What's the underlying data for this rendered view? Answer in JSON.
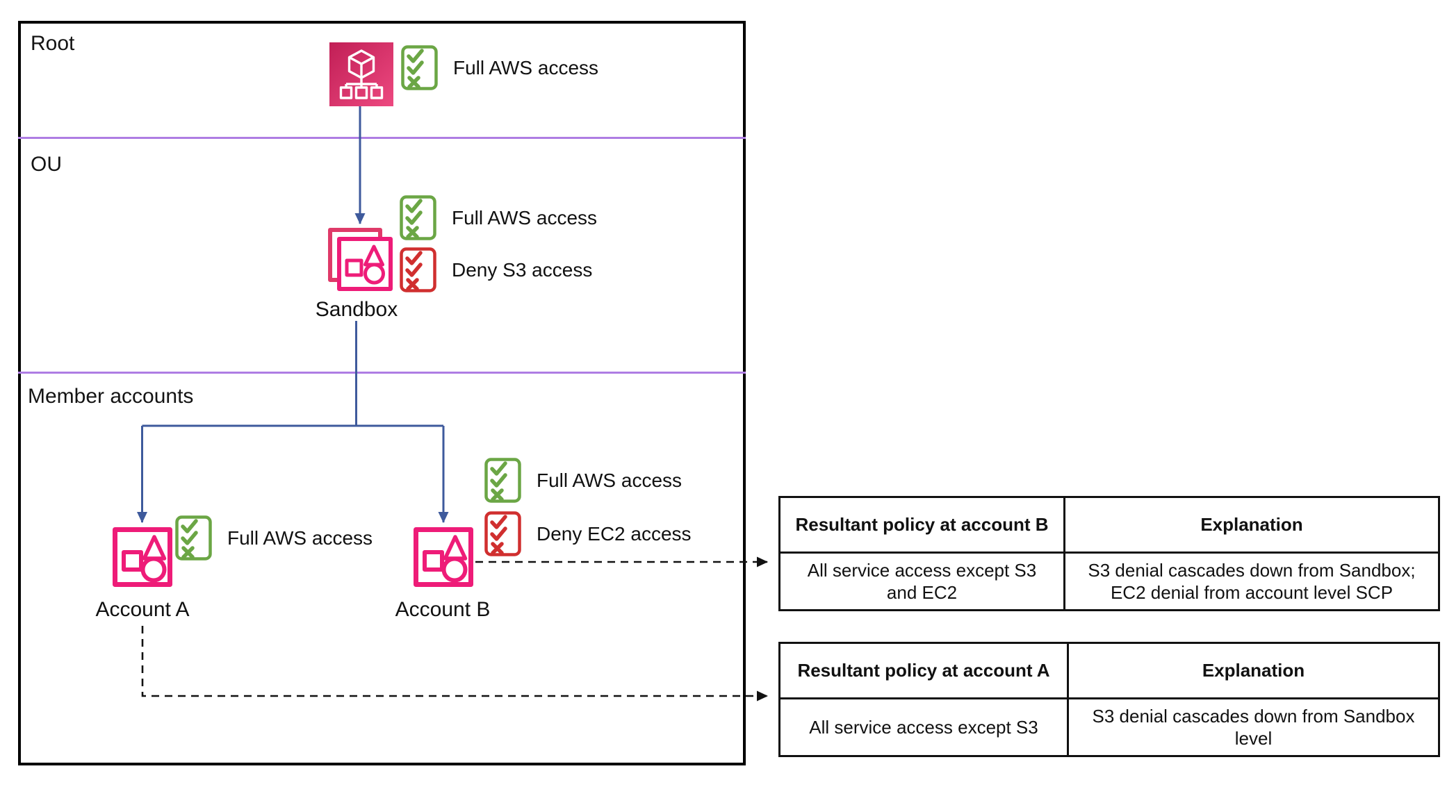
{
  "org_chart": {
    "sections": [
      {
        "label": "Root"
      },
      {
        "label": "OU"
      },
      {
        "label": "Member accounts"
      }
    ],
    "root": {
      "icon": "organizations-root-icon",
      "policies": [
        {
          "icon": "allow-checklist-icon",
          "type": "allow",
          "label": "Full AWS access"
        }
      ]
    },
    "ou": {
      "icon": "organizational-unit-icon",
      "name": "Sandbox",
      "policies": [
        {
          "icon": "allow-checklist-icon",
          "type": "allow",
          "label": "Full AWS access"
        },
        {
          "icon": "deny-checklist-icon",
          "type": "deny",
          "label": "Deny S3 access"
        }
      ]
    },
    "accounts": [
      {
        "icon": "account-icon",
        "name": "Account A",
        "policies": [
          {
            "icon": "allow-checklist-icon",
            "type": "allow",
            "label": "Full AWS access"
          }
        ]
      },
      {
        "icon": "account-icon",
        "name": "Account B",
        "policies": [
          {
            "icon": "allow-checklist-icon",
            "type": "allow",
            "label": "Full AWS access"
          },
          {
            "icon": "deny-checklist-icon",
            "type": "deny",
            "label": "Deny EC2 access"
          }
        ]
      }
    ]
  },
  "tables": [
    {
      "headers": [
        "Resultant policy at account B",
        "Explanation"
      ],
      "rows": [
        [
          "All service access except S3 and EC2",
          "S3 denial cascades down from Sandbox; EC2 denial from account level SCP"
        ]
      ]
    },
    {
      "headers": [
        "Resultant policy at account A",
        "Explanation"
      ],
      "rows": [
        [
          "All service access except S3",
          "S3 denial cascades down from Sandbox level"
        ]
      ]
    }
  ],
  "colors": {
    "pink": "#EE1C78",
    "pink_back": "#DF3A69",
    "root_gradient_start": "#C11F56",
    "root_gradient_end": "#ED4980",
    "allow_green": "#6BA645",
    "deny_red": "#D02F2F",
    "connector_blue": "#3E5A9C",
    "section_divider_purple": "#AE7DE3",
    "line_black": "#111111"
  }
}
